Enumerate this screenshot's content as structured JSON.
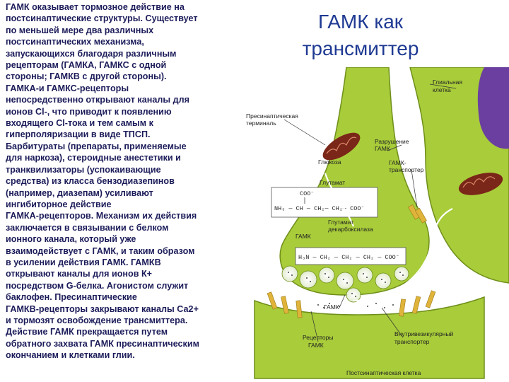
{
  "slide": {
    "title_line1": "ГАМК как",
    "title_line2": "трансмиттер",
    "body_text": "ГАМК оказывает тормозное действие на\nпостсинаптические структуры. Существует\nпо меньшей мере два различных\nпостсинаптических механизма,\nзапускающихся благодаря различным\nрецепторам (ГАМКА, ГАМКС с одной\nстороны; ГАМКВ с другой стороны).\nГАМКА-и ГАМКС-рецепторы\nнепосредственно открывают каналы для\nионов Cl-, что приводит к появлению\nвходящего Cl-тока и тем самым к\nгиперполяризации в виде ТПСП.\nБарбитураты (препараты, применяемые\nдля наркоза), стероидные анестетики и\nтранквилизаторы (успокаивающие\nсредства) из класса бензодиазепинов\n(например, диазепам) усиливают\nингибиторное действие\nГАМКА-рецепторов. Механизм их действия\nзаключается в связывании с белком\nионного канала, который уже\nвзаимодействует с ГАМК, и таким образом\nв усилении действия ГАМК. ГАМКВ\nоткрывают каналы для ионов К+\nпосредством G-белка. Агонистом служит\nбаклофен. Пресинаптические\nГАМКВ-рецепторы закрывают каналы Са2+\nи тормозят освобождение трансмиттера.\nДействие ГАМК прекращается путем\nобратного захвата ГАМК пресинаптическим\nокончанием и клетками глии."
  },
  "diagram": {
    "glia_label_1": "Глиальная",
    "glia_label_2": "клетка",
    "presyn_label_1": "Пресинаптическая",
    "presyn_label_2": "терминаль",
    "degradation_label_1": "Разрушение",
    "degradation_label_2": "ГАМК",
    "transporter_label_1": "ГАМК-",
    "transporter_label_2": "транспортер",
    "glucose_label": "Глюкоза",
    "glutamate_label": "Глутамат",
    "glutamate_formula_top": "COO⁻",
    "glutamate_formula_main": "NH₃ — CH — CH₂— CH₂— COO⁻",
    "decarboxylase_label_1": "Глутамат",
    "decarboxylase_label_2": "декарбоксилаза",
    "gaba_formula": "H₃N — CH₂ — CH₂ — CH₂ — COO⁻",
    "gaba_label": "ГАМК",
    "gaba_cleft_label": "ГАМК",
    "receptors_label_1": "Рецепторы",
    "receptors_label_2": "ГАМК",
    "vesicular_label_1": "Внутривезикулярный",
    "vesicular_label_2": "транспортер",
    "postsyn_label": "Постсинаптическая клетка",
    "colors": {
      "cell_fill": "#a8cc3a",
      "cell_stroke": "#6f8f1a",
      "nucleus": "#6b3fa0",
      "mito": "#7a2618",
      "receptor": "#e0b43a"
    }
  }
}
